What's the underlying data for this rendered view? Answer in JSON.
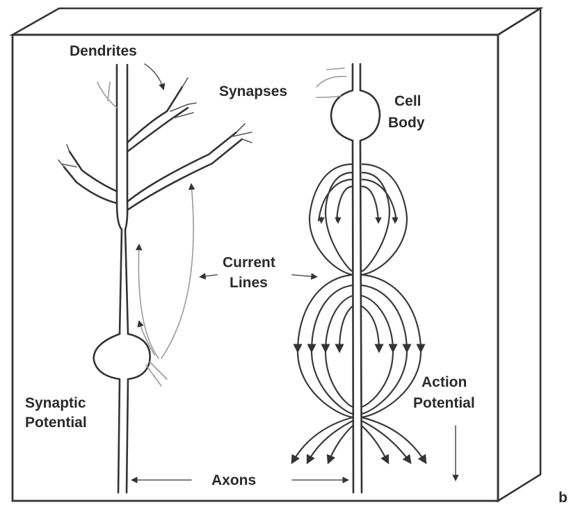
{
  "diagram": {
    "labels": {
      "dendrites": "Dendrites",
      "synapses": "Synapses",
      "cell_body_1": "Cell",
      "cell_body_2": "Body",
      "current_1": "Current",
      "current_2": "Lines",
      "synaptic_1": "Synaptic",
      "synaptic_2": "Potential",
      "action_1": "Action",
      "action_2": "Potential",
      "axons": "Axons",
      "panel": "b"
    }
  }
}
